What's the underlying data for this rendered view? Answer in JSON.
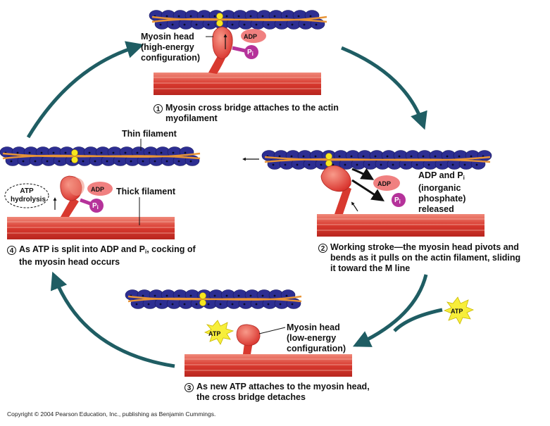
{
  "colors": {
    "thick_filament": "#d8392f",
    "actin": "#2d2e92",
    "tropomyosin": "#e89436",
    "troponin": "#f6e61f",
    "myosin_head": "#e8403a",
    "adp": "#f08080",
    "pi": "#b5329a",
    "atp": "#f7ee3a",
    "arrow": "#1f5d63"
  },
  "steps": {
    "s1": {
      "num": "1",
      "line1": "Myosin cross bridge attaches to the actin",
      "line2": "myofilament"
    },
    "s2": {
      "num": "2",
      "line1": "Working stroke—the myosin head pivots and",
      "line2": "bends as it pulls on the actin filament, sliding",
      "line3": "it toward the M line"
    },
    "s3": {
      "num": "3",
      "line1": "As new ATP attaches to the myosin head,",
      "line2": "the cross bridge detaches"
    },
    "s4": {
      "num": "4",
      "line1a": "As ATP is split into ADP and P",
      "line1b": "i",
      "line1c": ", cocking of",
      "line2": "the myosin head occurs"
    }
  },
  "labels": {
    "myosin_head_high": {
      "l1": "Myosin head",
      "l2": "(high-energy",
      "l3": "configuration)"
    },
    "myosin_head_low": {
      "l1": "Myosin head",
      "l2": "(low-energy",
      "l3": "configuration)"
    },
    "thin_filament": "Thin filament",
    "thick_filament": "Thick filament",
    "released": {
      "l1a": "ADP and P",
      "l1b": "i",
      "l2": "(inorganic",
      "l3": "phosphate)",
      "l4": "released"
    },
    "atp_hydrolysis": {
      "l1": "ATP",
      "l2": "hydrolysis"
    },
    "adp": "ADP",
    "pi": "P",
    "pi_sub": "i",
    "atp": "ATP"
  },
  "copyright": "Copyright © 2004 Pearson Education, Inc., publishing as Benjamin Cummings."
}
